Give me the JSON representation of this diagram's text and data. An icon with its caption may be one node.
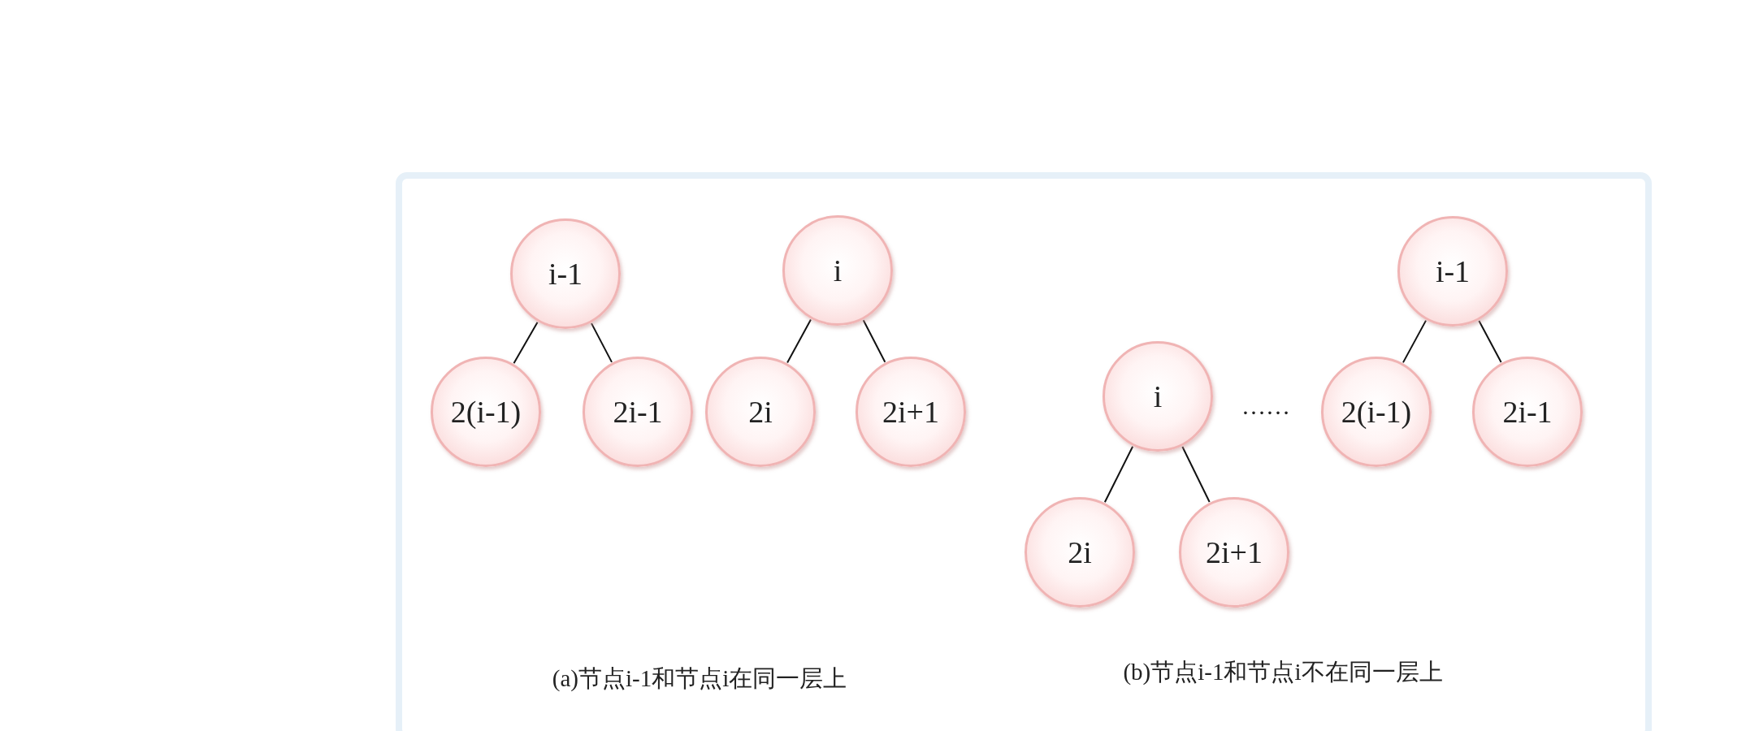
{
  "diagram": {
    "nodes": [
      {
        "text": [
          "i-1"
        ]
      },
      {
        "text": [
          "2(i-1)"
        ]
      },
      {
        "text": [
          "2i-1"
        ]
      },
      {
        "text": [
          "i"
        ]
      },
      {
        "text": [
          "2i"
        ]
      },
      {
        "text": [
          "2i+1"
        ]
      },
      {
        "text": [
          "i-1"
        ]
      },
      {
        "text": [
          "2(i-1)"
        ]
      },
      {
        "text": [
          "2i-1"
        ]
      },
      {
        "text": [
          "i"
        ]
      },
      {
        "text": [
          "2i"
        ]
      },
      {
        "text": [
          "2i+1"
        ]
      }
    ],
    "edges": [
      {
        "from": 0,
        "to": 1,
        "arrow": "none"
      },
      {
        "from": 0,
        "to": 2,
        "arrow": "none"
      },
      {
        "from": 3,
        "to": 4,
        "arrow": "none"
      },
      {
        "from": 3,
        "to": 5,
        "arrow": "none"
      },
      {
        "from": 6,
        "to": 7,
        "arrow": "none"
      },
      {
        "from": 6,
        "to": 8,
        "arrow": "none"
      },
      {
        "from": 9,
        "to": 10,
        "arrow": "none"
      },
      {
        "from": 9,
        "to": 11,
        "arrow": "none"
      }
    ],
    "labels": [
      "……",
      "(a)节点i-1和节点i在同一层上",
      "(b)节点i-1和节点i不在同一层上"
    ]
  }
}
